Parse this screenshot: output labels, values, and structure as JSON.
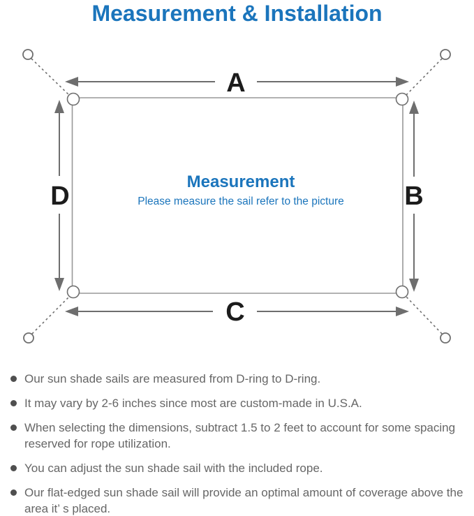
{
  "title": "Measurement & Installation",
  "diagram": {
    "center_heading": "Measurement",
    "center_subtitle": "Please measure the sail refer to the picture",
    "dimension_labels": {
      "top": "A",
      "right": "B",
      "bottom": "C",
      "left": "D"
    }
  },
  "notes": [
    "Our sun shade sails are measured from D-ring to D-ring.",
    "It may vary by 2-6 inches since most are custom-made in U.S.A.",
    "When selecting the dimensions, subtract 1.5 to 2 feet to account for some spacing reserved for rope utilization.",
    "You can adjust the sun shade sail with the included rope.",
    "Our flat-edged sun shade sail will provide an optimal amount of coverage above the area it’ s placed."
  ],
  "colors": {
    "accent_blue": "#1b75bc",
    "arrow_gray": "#6e6e6e",
    "sail_border_gray": "#989898",
    "note_text_gray": "#666666",
    "label_black": "#1c1c1c"
  }
}
